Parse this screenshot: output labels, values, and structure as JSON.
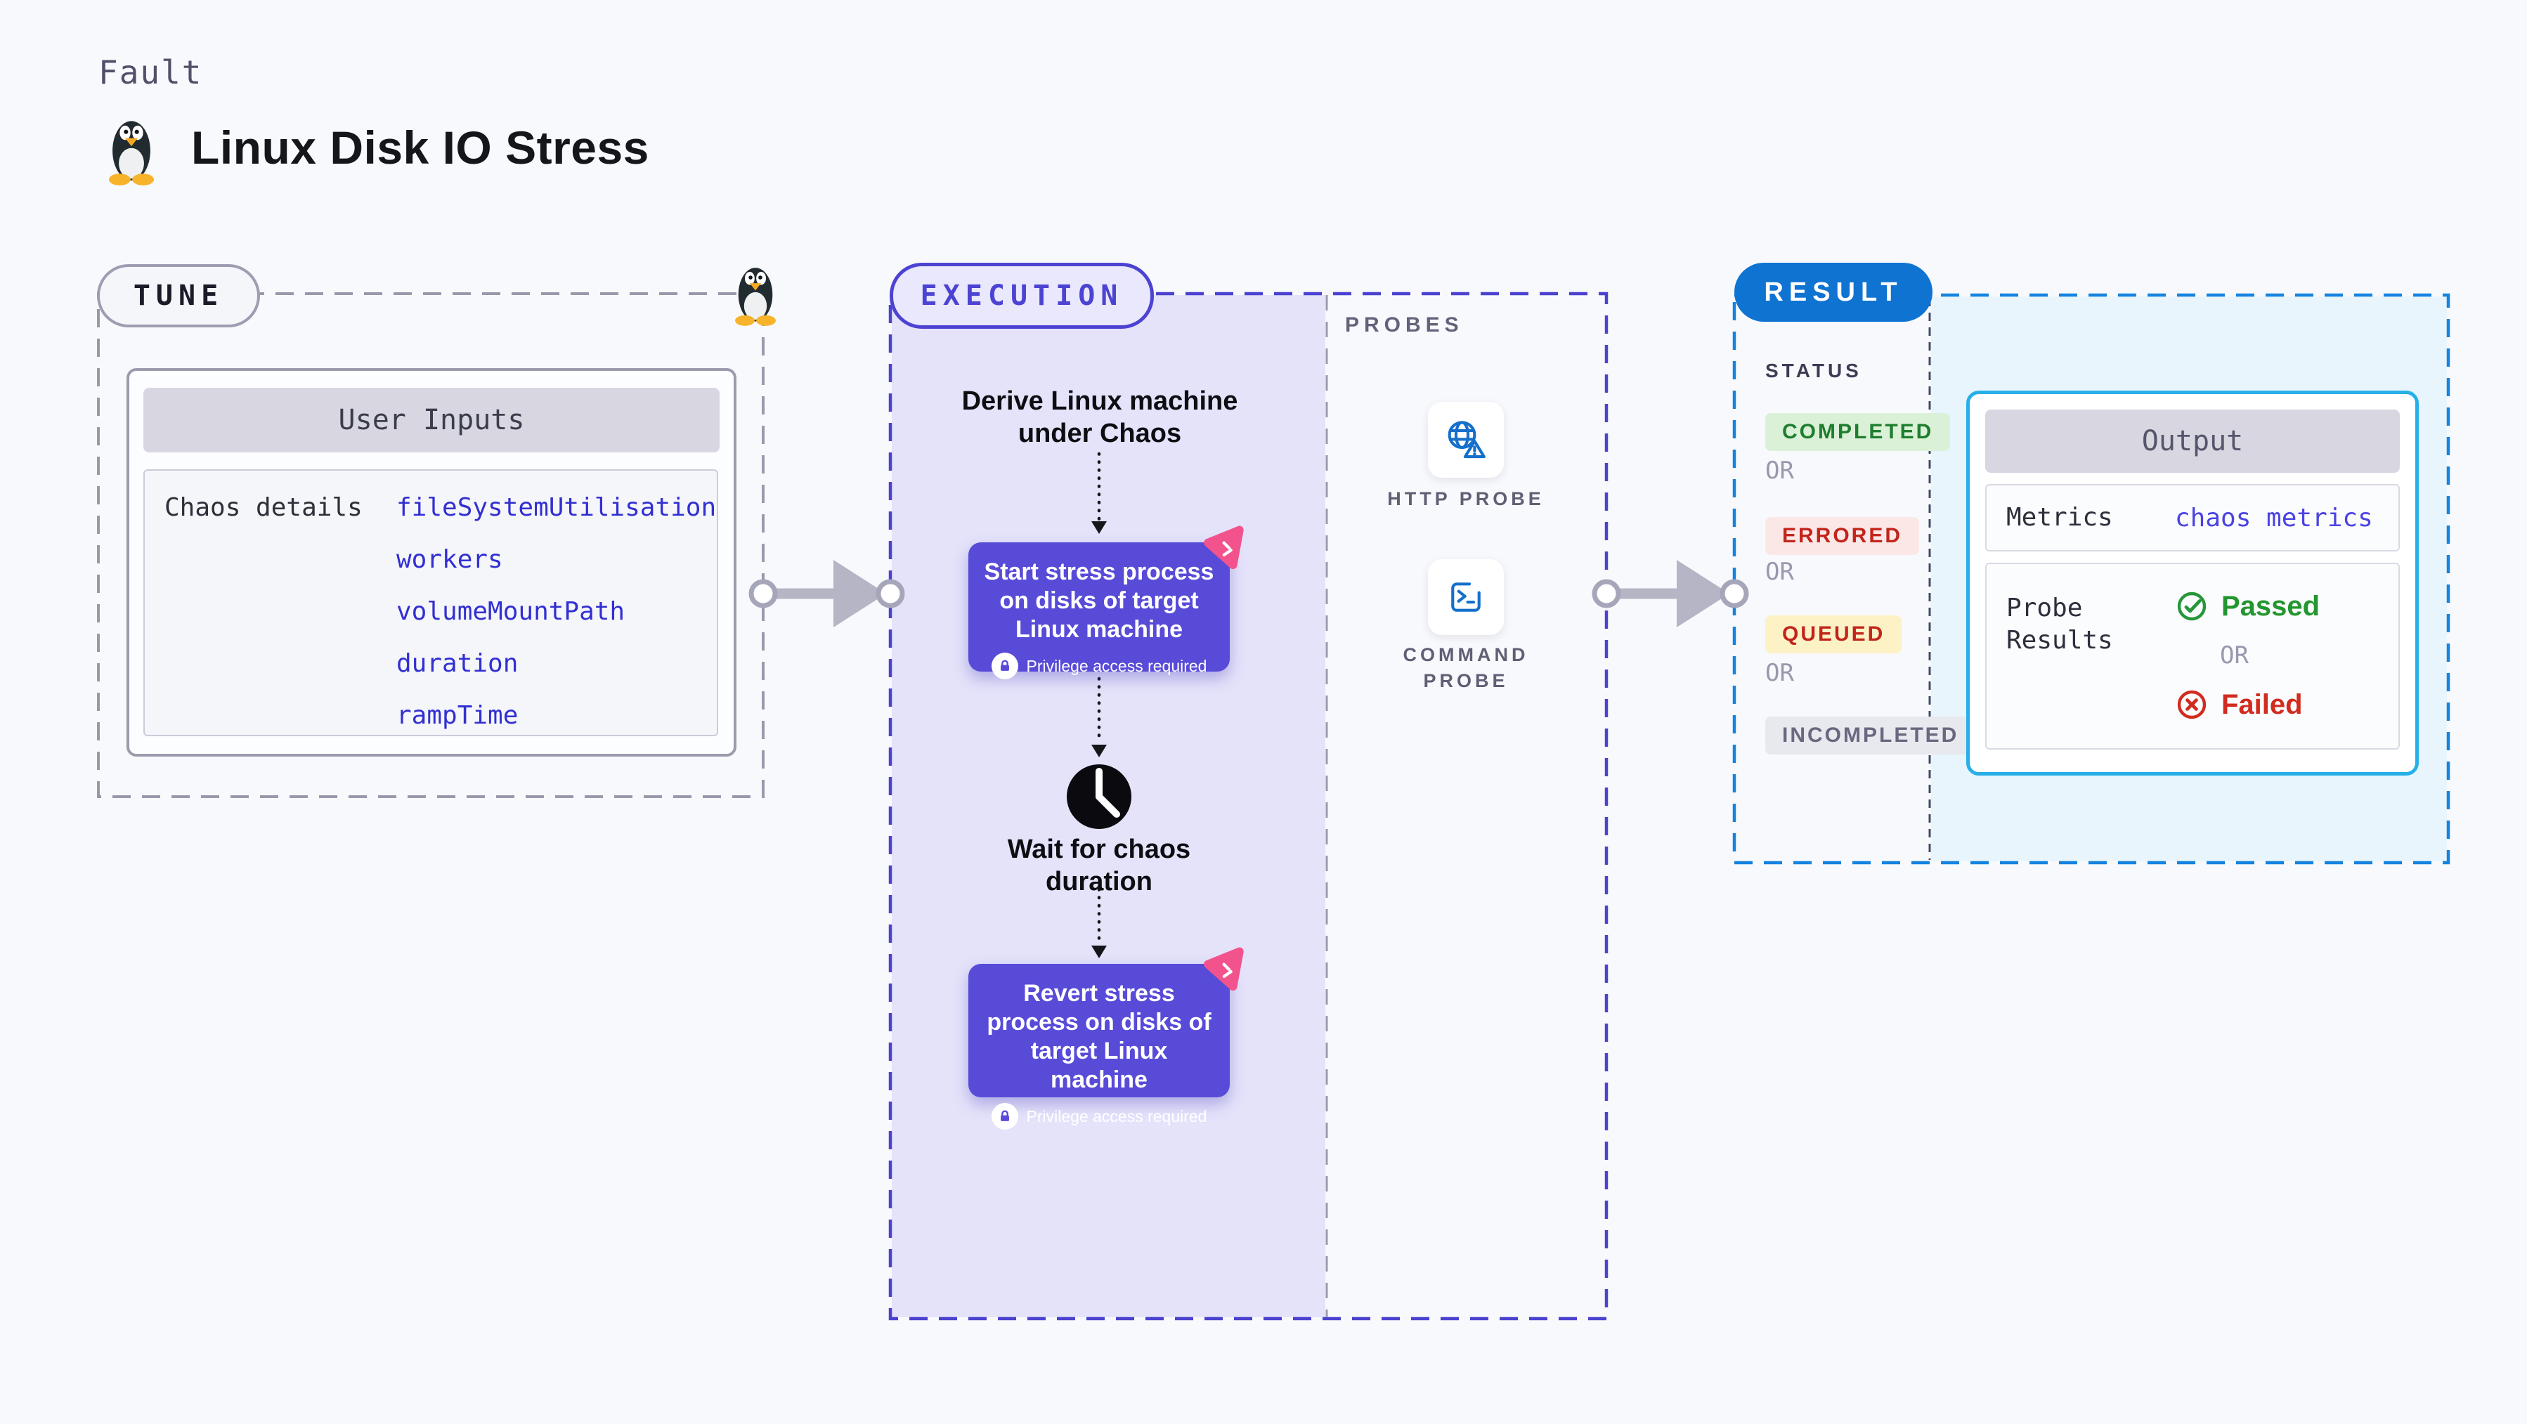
{
  "header": {
    "kicker": "Fault",
    "title": "Linux Disk IO Stress"
  },
  "tune": {
    "label": "TUNE",
    "user_inputs_title": "User Inputs",
    "chaos_details_label": "Chaos details",
    "params": [
      "fileSystemUtilisation",
      "workers",
      "volumeMountPath",
      "duration",
      "rampTime"
    ]
  },
  "execution": {
    "label": "EXECUTION",
    "derive_step": "Derive Linux machine\nunder Chaos",
    "start_step": "Start stress process on disks of target Linux machine",
    "wait_step": "Wait for chaos\nduration",
    "revert_step": "Revert stress process on disks of target Linux machine",
    "privilege_note": "Privilege access required"
  },
  "probes": {
    "label": "PROBES",
    "items": [
      {
        "name": "HTTP PROBE"
      },
      {
        "name": "COMMAND PROBE"
      }
    ]
  },
  "result": {
    "label": "RESULT",
    "status_heading": "STATUS",
    "or_label": "OR",
    "statuses": [
      "COMPLETED",
      "ERRORED",
      "QUEUED",
      "INCOMPLETED"
    ],
    "output": {
      "title": "Output",
      "metrics_label": "Metrics",
      "metrics_value": "chaos metrics",
      "probe_results_label": "Probe Results",
      "passed_label": "Passed",
      "or_label": "OR",
      "failed_label": "Failed"
    }
  },
  "colors": {
    "page_bg": "#f8f9fc",
    "accent_indigo": "#4c43d2",
    "execution_fill": "#e5e3fa",
    "node_purple": "#584bd8",
    "result_blue": "#0f73d2",
    "result_fill": "#e8f5fc",
    "output_border_cyan": "#27b0e8",
    "probe_icon_blue": "#1470cb",
    "spark_pink": "#f2538c",
    "completed_green": "#1e7e2d",
    "errored_red": "#c2251c",
    "incompleted_gray": "#68687f",
    "passed_green": "#23962f",
    "failed_red": "#d22b1f",
    "arrow_gray": "#b5b5c5"
  }
}
